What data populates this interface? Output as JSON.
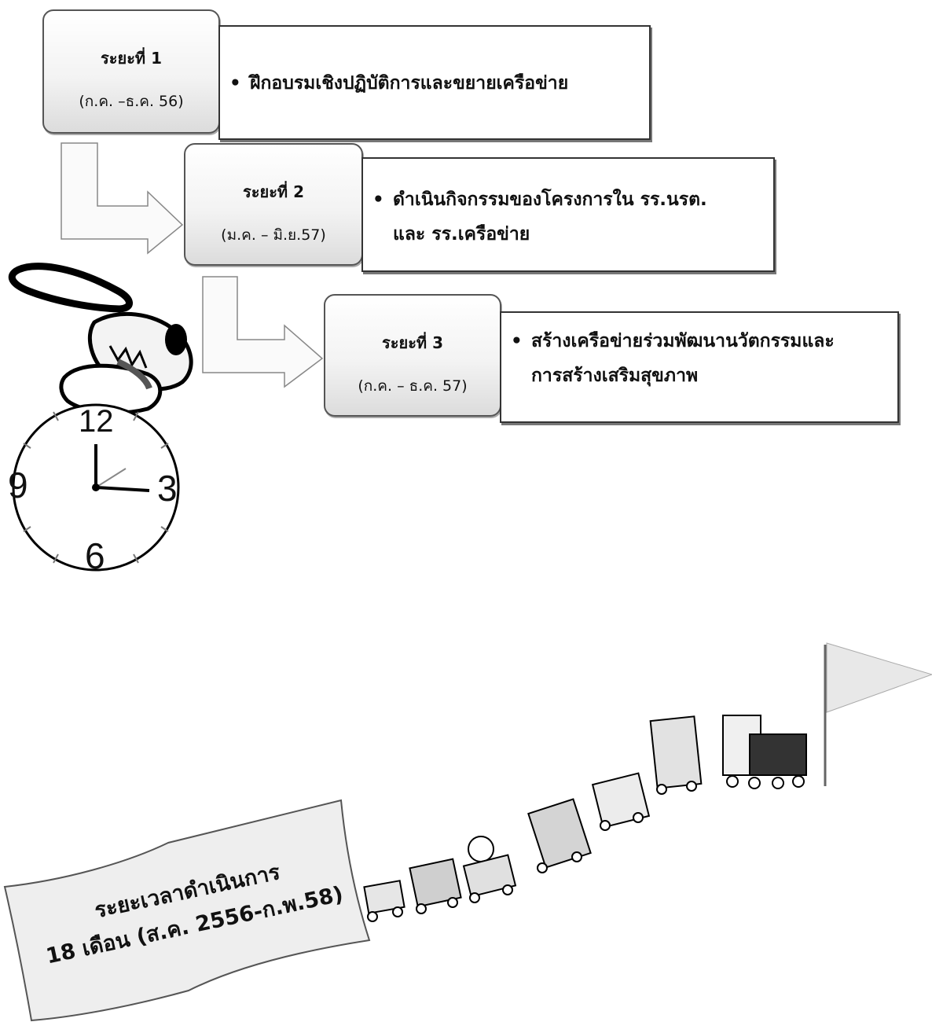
{
  "phases": [
    {
      "title": "ระยะที่ 1",
      "period": "(ก.ค. –ธ.ค. 56)",
      "bullet": "•",
      "lines": [
        "ฝึกอบรมเชิงปฏิบัติการและขยายเครือข่าย"
      ]
    },
    {
      "title": "ระยะที่ 2",
      "period": "(ม.ค. – มิ.ย.57)",
      "bullet": "•",
      "lines": [
        "ดำเนินกิจกรรมของโครงการใน รร.นรต.",
        "และ รร.เครือข่าย"
      ]
    },
    {
      "title": "ระยะที่ 3",
      "period": "(ก.ค. – ธ.ค. 57)",
      "bullet": "•",
      "lines": [
        "สร้างเครือข่ายร่วมพัฒนานวัตกรรมและ",
        "การสร้างเสริมสุขภาพ"
      ]
    }
  ],
  "clock": {
    "numerals": [
      "12",
      "3",
      "6",
      "9"
    ]
  },
  "banner": {
    "line1": "ระยะเวลาดำเนินการ",
    "line2": "18 เดือน (ส.ค. 2556-ก.พ.58)"
  },
  "colors": {
    "box_border": "#555555",
    "shadow": "#777777"
  }
}
